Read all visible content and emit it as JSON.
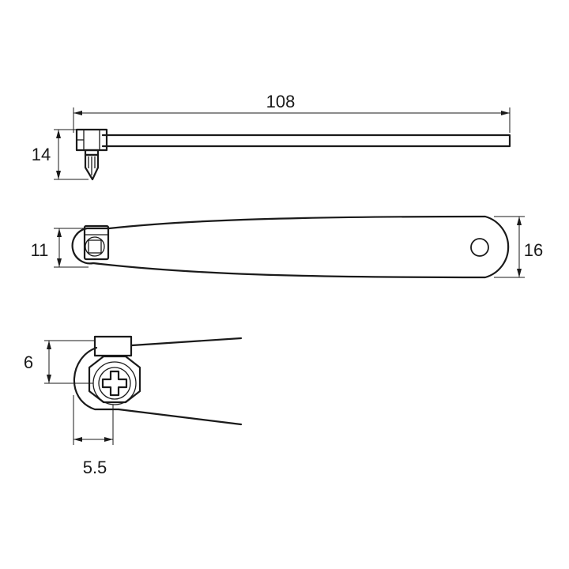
{
  "dimensions": {
    "overall_length": "108",
    "total_height": "14",
    "head_width": "11",
    "end_width": "16",
    "tip_offset": "6",
    "tip_width": "5.5"
  },
  "colors": {
    "line": "#1a1a1a",
    "background": "#ffffff"
  }
}
